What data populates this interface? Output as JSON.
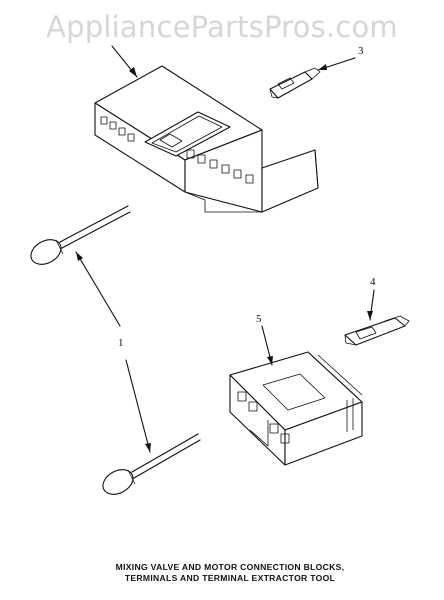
{
  "watermark": "AppliancePartsPros.com",
  "callouts": {
    "c1": "1",
    "c3": "3",
    "c4": "4",
    "c5": "5"
  },
  "caption": {
    "line1": "MIXING VALVE AND MOTOR CONNECTION BLOCKS,",
    "line2": "TERMINALS AND TERMINAL EXTRACTOR TOOL"
  }
}
